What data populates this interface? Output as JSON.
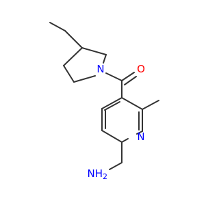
{
  "molecule": {
    "atoms": {
      "oxygen": {
        "symbol": "O",
        "color": "#ff0000"
      },
      "pyrrolidine_nitrogen": {
        "symbol": "N",
        "color": "#0000ff"
      },
      "pyridine_nitrogen": {
        "symbol": "N",
        "color": "#0000ff"
      },
      "amine": {
        "symbol": "NH",
        "subscript": "2",
        "color": "#0000ff"
      }
    },
    "bond_color": "#333333"
  }
}
